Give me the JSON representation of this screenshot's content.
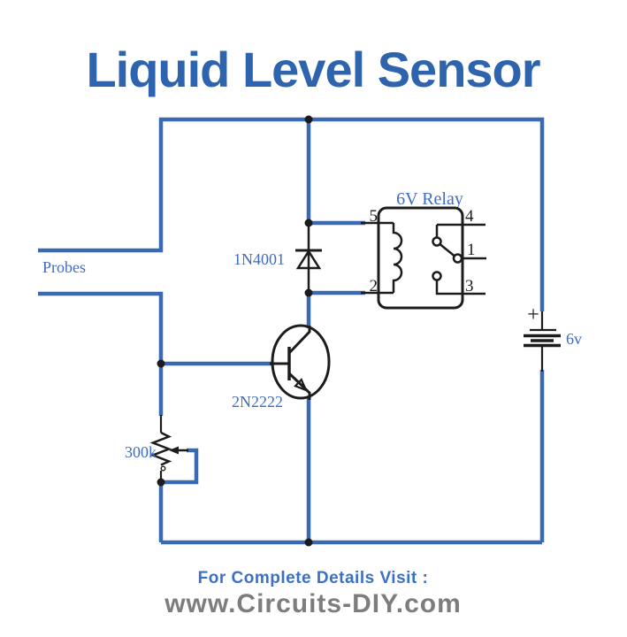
{
  "title": "Liquid Level Sensor",
  "colors": {
    "wire_blue": "#3b6ab5",
    "title_blue": "#2e63ae",
    "label_blue": "#3e6cc4",
    "schematic_black": "#1c1c1c",
    "footer_blue": "#3a70c8",
    "footer_gray": "#7d7d7d",
    "background": "#ffffff"
  },
  "components": {
    "probes": {
      "label": "Probes"
    },
    "diode": {
      "label": "1N4001"
    },
    "transistor": {
      "label": "2N2222"
    },
    "potentiometer": {
      "label": "300k"
    },
    "relay": {
      "label": "6V Relay",
      "pins": {
        "p5": "5",
        "p4": "4",
        "p2": "2",
        "p3": "3",
        "p1": "1"
      }
    },
    "battery": {
      "label": "6v",
      "polarity": "+"
    }
  },
  "footer": {
    "line1": "For Complete Details Visit :",
    "line2": "www.Circuits-DIY.com"
  }
}
